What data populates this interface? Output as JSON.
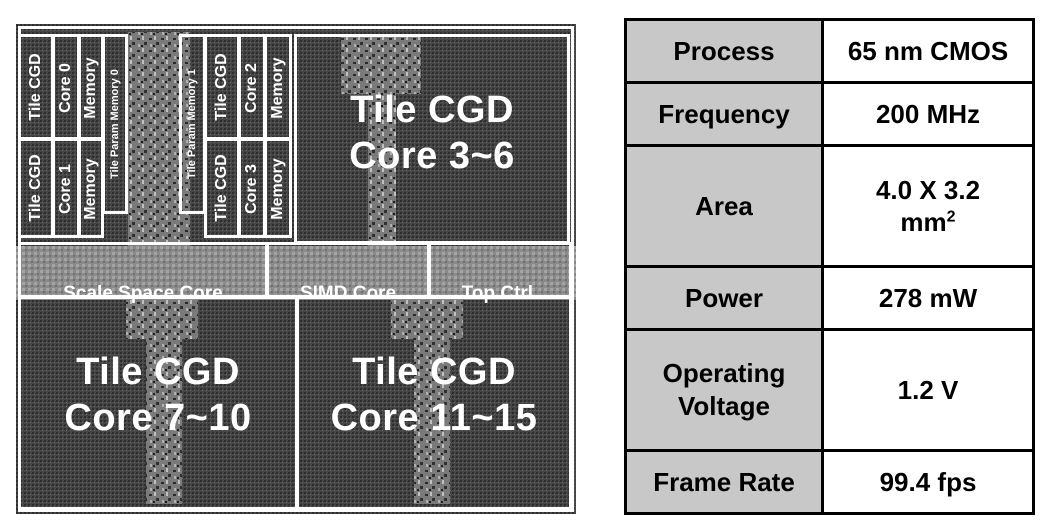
{
  "die": {
    "small_blocks": [
      {
        "id": "core0",
        "lines": [
          "Tile CGD",
          "Core 0"
        ]
      },
      {
        "id": "mem0",
        "lines": [
          "Memory"
        ]
      },
      {
        "id": "param0",
        "lines": [
          "Tile Param Memory 0"
        ]
      },
      {
        "id": "core1",
        "lines": [
          "Tile CGD",
          "Core 1"
        ]
      },
      {
        "id": "mem1",
        "lines": [
          "Memory"
        ]
      },
      {
        "id": "param1",
        "lines": [
          "Tile Param Memory 1"
        ]
      },
      {
        "id": "core2",
        "lines": [
          "Tile CGD",
          "Core 2"
        ]
      },
      {
        "id": "mem2",
        "lines": [
          "Memory"
        ]
      },
      {
        "id": "core3",
        "lines": [
          "Tile CGD",
          "Core 3"
        ]
      },
      {
        "id": "mem3",
        "lines": [
          "Memory"
        ]
      }
    ],
    "big_blocks": {
      "cores_3_6": [
        "Tile CGD",
        "Core 3~6"
      ],
      "cores_7_10": [
        "Tile CGD",
        "Core 7~10"
      ],
      "cores_11_15": [
        "Tile CGD",
        "Core 11~15"
      ]
    },
    "strip": {
      "scale_space": "Scale Space Core",
      "simd": "SIMD Core",
      "top_ctrl": "Top Ctrl."
    }
  },
  "spec_table": [
    {
      "key": "Process",
      "value": "65 nm CMOS"
    },
    {
      "key": "Frequency",
      "value": "200 MHz"
    },
    {
      "key": "Area",
      "value": "4.0 X 3.2",
      "value_unit": "mm",
      "value_sup": "2"
    },
    {
      "key": "Power",
      "value": "278 mW"
    },
    {
      "key": "Operating",
      "key2": "Voltage",
      "value": "1.2 V"
    },
    {
      "key": "Frame Rate",
      "value": "99.4 fps"
    }
  ],
  "colors": {
    "die_bg": "#3f3f3f",
    "block_border": "#ffffff",
    "key_cell_bg": "#c8c8c8"
  }
}
